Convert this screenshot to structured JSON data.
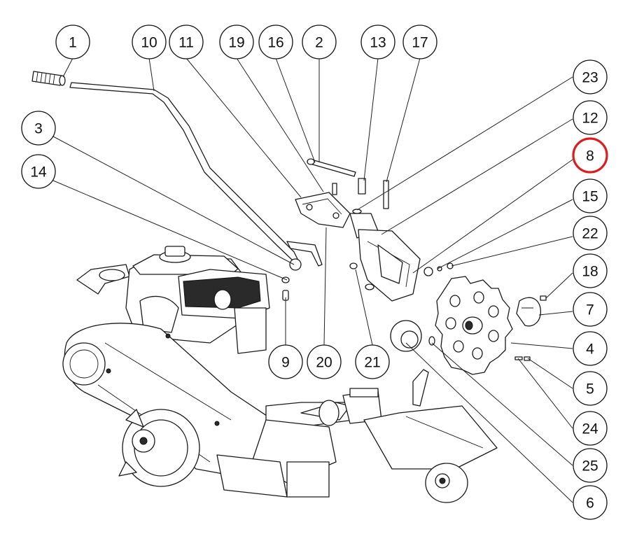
{
  "callouts": [
    {
      "id": "c1",
      "label": "1"
    },
    {
      "id": "c10",
      "label": "10"
    },
    {
      "id": "c11",
      "label": "11"
    },
    {
      "id": "c19",
      "label": "19"
    },
    {
      "id": "c16",
      "label": "16"
    },
    {
      "id": "c2",
      "label": "2"
    },
    {
      "id": "c13",
      "label": "13"
    },
    {
      "id": "c17",
      "label": "17"
    },
    {
      "id": "c23",
      "label": "23"
    },
    {
      "id": "c12",
      "label": "12"
    },
    {
      "id": "c8",
      "label": "8",
      "highlighted": true
    },
    {
      "id": "c15",
      "label": "15"
    },
    {
      "id": "c22",
      "label": "22"
    },
    {
      "id": "c18",
      "label": "18"
    },
    {
      "id": "c7",
      "label": "7"
    },
    {
      "id": "c4",
      "label": "4"
    },
    {
      "id": "c5",
      "label": "5"
    },
    {
      "id": "c24",
      "label": "24"
    },
    {
      "id": "c25",
      "label": "25"
    },
    {
      "id": "c6",
      "label": "6"
    },
    {
      "id": "c3",
      "label": "3"
    },
    {
      "id": "c14",
      "label": "14"
    },
    {
      "id": "c9",
      "label": "9"
    },
    {
      "id": "c20",
      "label": "20"
    },
    {
      "id": "c21",
      "label": "21"
    }
  ],
  "colors": {
    "highlight": "#e01b1b",
    "line": "#111111",
    "background": "#ffffff"
  }
}
